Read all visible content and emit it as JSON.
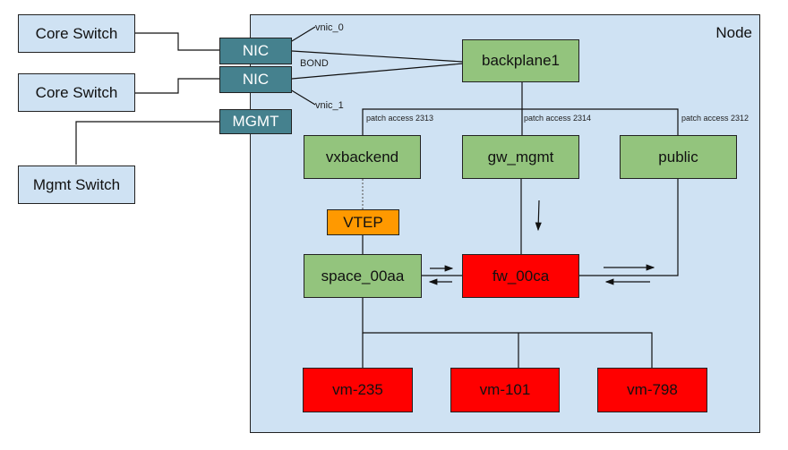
{
  "node": {
    "label": "Node"
  },
  "external": {
    "core_switch_1": "Core Switch",
    "core_switch_2": "Core Switch",
    "mgmt_switch": "Mgmt Switch"
  },
  "interfaces": {
    "nic_1": "NIC",
    "nic_2": "NIC",
    "mgmt": "MGMT",
    "vnic_0": "vnic_0",
    "vnic_1": "vnic_1",
    "bond": "BOND"
  },
  "bridges": {
    "backplane": "backplane1",
    "vxbackend": "vxbackend",
    "gw_mgmt": "gw_mgmt",
    "public": "public"
  },
  "patches": {
    "vxbackend": "patch access 2313",
    "gw_mgmt": "patch access 2314",
    "public": "patch access 2312"
  },
  "vtep": "VTEP",
  "space": "space_00aa",
  "firewall": "fw_00ca",
  "vms": [
    "vm-235",
    "vm-101",
    "vm-798"
  ],
  "colors": {
    "switch": "#cfe2f3",
    "nic": "#45818e",
    "bridge": "#93c47d",
    "vm": "#ff0000",
    "vtep": "#ff9900",
    "node": "#cfe2f3"
  }
}
